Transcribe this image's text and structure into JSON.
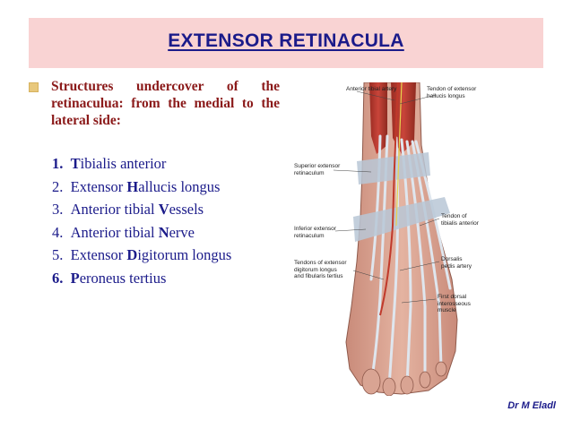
{
  "header": {
    "title": "EXTENSOR RETINACULA"
  },
  "bullet": {
    "text": "Structures undercover of the retinaculua: from the medial to the lateral side:"
  },
  "structures": [
    {
      "num": "1.",
      "pre": "",
      "bold": "T",
      "post": "ibialis anterior",
      "num_bold": true
    },
    {
      "num": "2.",
      "pre": "Extensor ",
      "bold": "H",
      "post": "allucis longus",
      "num_bold": false
    },
    {
      "num": "3.",
      "pre": "Anterior tibial ",
      "bold": "V",
      "post": "essels",
      "num_bold": false
    },
    {
      "num": "4.",
      "pre": "Anterior tibial ",
      "bold": "N",
      "post": "erve",
      "num_bold": false
    },
    {
      "num": "5.",
      "pre": "Extensor ",
      "bold": "D",
      "post": "igitorum longus",
      "num_bold": false
    },
    {
      "num": "6.",
      "pre": "",
      "bold": "P",
      "post": "eroneus tertius",
      "num_bold": true
    }
  ],
  "figure": {
    "labels": {
      "anterior_tibial_artery": "Anterior tibial artery",
      "tendon_ehl": "Tendon of extensor\nhallucis longus",
      "superior_retinaculum": "Superior extensor\nretinaculum",
      "tendon_ta": "Tendon of\ntibialis anterior",
      "inferior_retinaculum": "Inferior extensor\nretinaculum",
      "dorsalis_pedis": "Dorsalis\npedis artery",
      "tendons_edl": "Tendons of extensor\ndigitorum longus\nand fibularis tertius",
      "first_dorsal_interosseous": "First dorsal\ninterosseous\nmuscle"
    }
  },
  "footer": {
    "author": "Dr M Eladl"
  },
  "colors": {
    "title": "#1b1b8a",
    "band": "#f9d3d3",
    "bullet_text": "#8b1a1a",
    "bullet_marker": "#e8c87c"
  }
}
